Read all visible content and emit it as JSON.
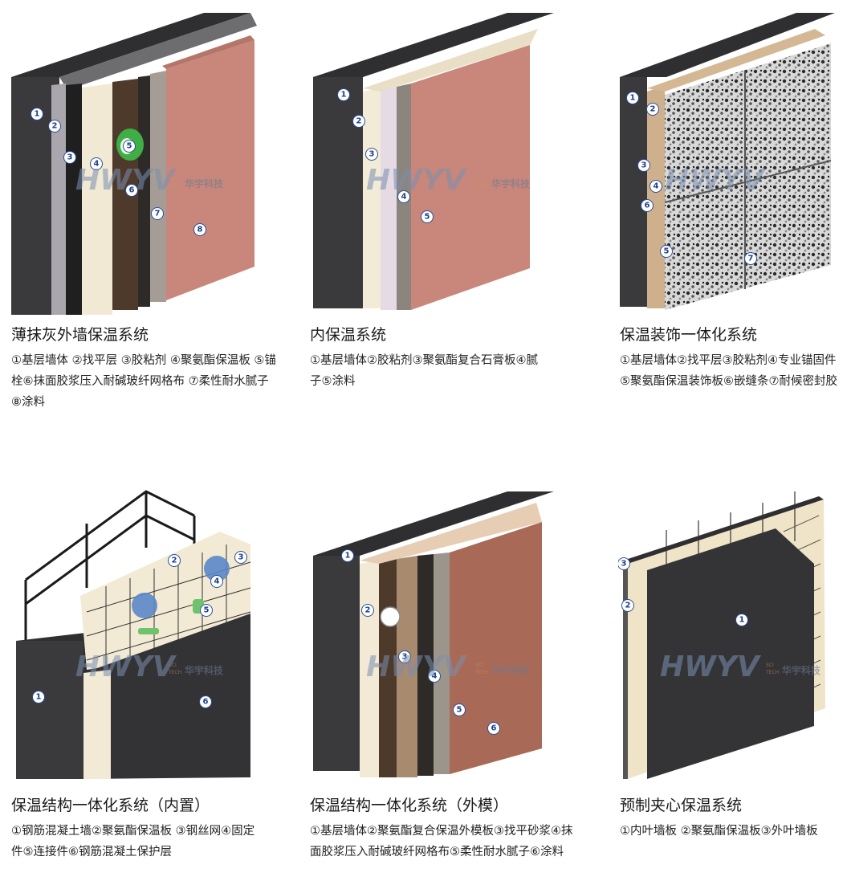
{
  "watermark": {
    "logo": "HWYV",
    "sci": "SCI",
    "tech": "TECH",
    "brand": "华宇科技"
  },
  "panels": [
    {
      "title": "薄抹灰外墙保温系统",
      "desc": "①基层墙体 ②找平层 ③胶粘剂 ④聚氨酯保温板 ⑤锚栓⑥抹面胶浆压入耐碱玻纤网格布 ⑦柔性耐水腻子⑧涂料",
      "badges": [
        "1",
        "2",
        "3",
        "4",
        "5",
        "6",
        "7",
        "8"
      ]
    },
    {
      "title": "内保温系统",
      "desc": "①基层墙体②胶粘剂③聚氨酯复合石膏板④腻子⑤涂料",
      "badges": [
        "1",
        "2",
        "3",
        "4",
        "5"
      ]
    },
    {
      "title": "保温装饰一体化系统",
      "desc": "①基层墙体②找平层③胶粘剂④专业锚固件⑤聚氨酯保温装饰板⑥嵌缝条⑦耐候密封胶",
      "badges": [
        "1",
        "2",
        "3",
        "4",
        "5",
        "6",
        "7"
      ]
    },
    {
      "title": "保温结构一体化系统（内置）",
      "desc": "①钢筋混凝土墙②聚氨酯保温板 ③钢丝网④固定件⑤连接件⑥钢筋混凝土保护层",
      "badges": [
        "1",
        "2",
        "3",
        "4",
        "5",
        "6"
      ]
    },
    {
      "title": "保温结构一体化系统（外模）",
      "desc": "①基层墙体②聚氨酯复合保温外模板③找平砂浆④抹面胶浆压入耐碱玻纤网格布⑤柔性耐水腻子⑥涂料",
      "badges": [
        "1",
        "2",
        "3",
        "4",
        "5",
        "6"
      ]
    },
    {
      "title": "预制夹心保温系统",
      "desc": "①内叶墙板 ②聚氨酯保温板③外叶墙板",
      "badges": [
        "1",
        "2",
        "3"
      ]
    }
  ],
  "colors": {
    "concrete": "#3a3a3c",
    "foam": "#f3ead6",
    "render": "#c8877a",
    "brown": "#5a4232",
    "badge": "#1c3f8f"
  }
}
